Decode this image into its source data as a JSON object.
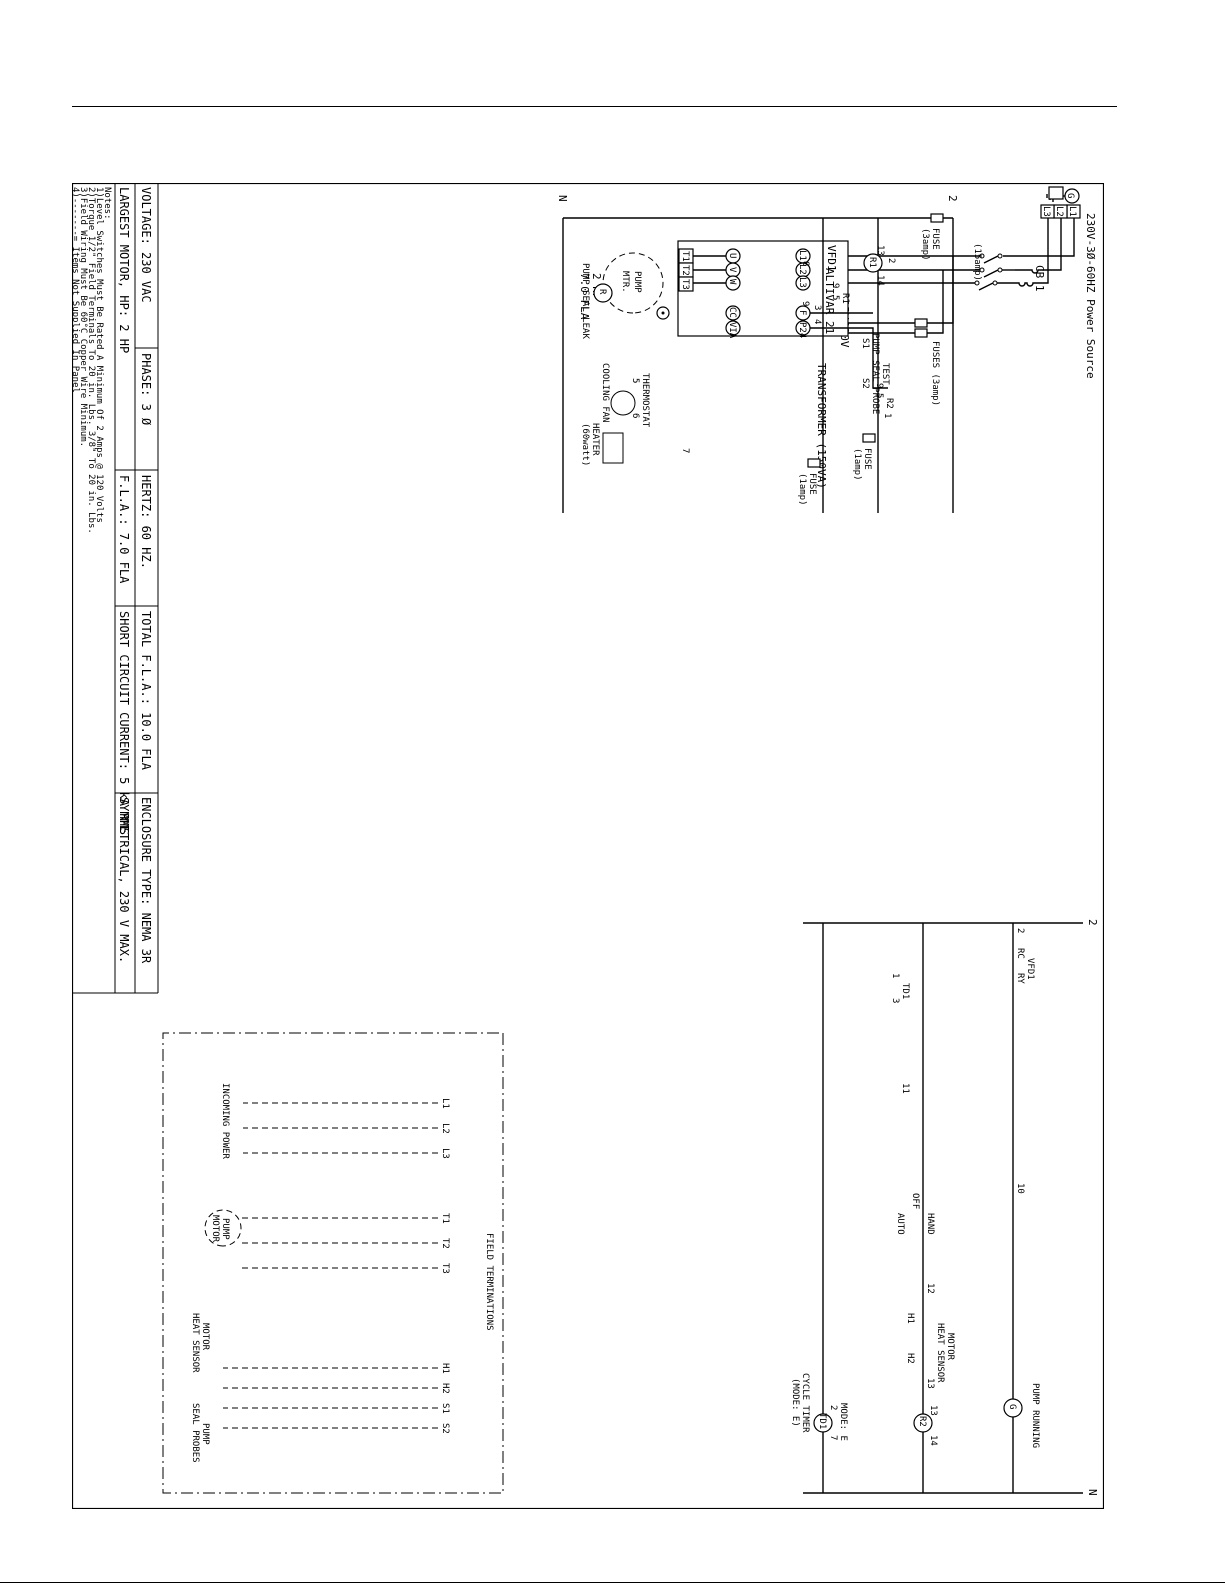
{
  "power_source": {
    "label": "230V-3Ø-60HZ Power Source",
    "ground_terminal": "G",
    "lines": [
      "L1",
      "L2",
      "L3"
    ]
  },
  "breaker": {
    "label": "CB 1",
    "rating": "(15amp)"
  },
  "vfd": {
    "name": "VFD1",
    "model": "ALTIVAR 21",
    "inputs": [
      "L1",
      "L2",
      "L3"
    ],
    "outputs": [
      "U",
      "V",
      "W"
    ],
    "control": [
      "F",
      "P24",
      "CC",
      "VIA"
    ]
  },
  "motor_leads": [
    "T1",
    "T2",
    "T3"
  ],
  "pump_motor": {
    "label_line1": "PUMP",
    "label_line2": "MTR.",
    "rating_hp": "2 HP",
    "rating_fla": "7.0 FLA"
  },
  "fuses_3amp": {
    "label": "FUSES (3amp)"
  },
  "transformer": {
    "label": "TRANSFORMER (150VA)",
    "primary": "230V",
    "secondary": "115V"
  },
  "relay_r2": {
    "label": "R2",
    "pin_a": "9",
    "pin_b": "5",
    "wire_a": "3",
    "wire_b": "4"
  },
  "control_circuit": {
    "bus_top": "2",
    "bus_bottom": "N",
    "fuse_top": {
      "label": "FUSE",
      "rating": "(3amp)"
    },
    "fuse_fan": {
      "label": "FUSE",
      "rating": "(1amp)",
      "wire": "1"
    },
    "fuse_heater": {
      "label": "FUSE",
      "rating": "(1amp)"
    },
    "thermostat": "THERMOSTAT",
    "cooling_fan": "COOLING FAN",
    "heater": {
      "label": "HEATER",
      "rating": "(60watt)"
    },
    "wires": {
      "w2": "2",
      "w5": "5",
      "w6": "6",
      "w7": "7",
      "w8": "8",
      "w9": "9"
    },
    "relay_r1": {
      "coil": "R1",
      "pin13": "13",
      "pin14": "14",
      "contact": "R1",
      "c9": "9",
      "c5": "5"
    },
    "test": "TEST",
    "seal_probe": {
      "label": "PUMP SEAL PROBE",
      "s1": "S1",
      "s2": "S2"
    },
    "seal_leak": {
      "lamp": "R",
      "label": "PUMP SEAL LEAK"
    }
  },
  "spec_table": {
    "row1": [
      "VOLTAGE: 230 VAC",
      "PHASE: 3 Ø",
      "HERTZ: 60 HZ.",
      "TOTAL F.L.A.: 10.0 FLA",
      "ENCLOSURE TYPE: NEMA 3R"
    ],
    "row2": [
      "LARGEST MOTOR, HP: 2 HP",
      "F.L.A.: 7.0 FLA",
      "SHORT CIRCUIT CURRENT: 5 kA RMS",
      "SYMMETRICAL, 230 V MAX."
    ]
  },
  "notes": [
    "Notes:",
    "1)Level Switches Must Be Rated A Minimum Of 2 Amps @ 120 Volts",
    "2)Torque 1/2\" Field Terminals To 20 in. Lbs. 3/8\" To 20 in. Lbs.",
    "3)Field Wiring Must Be 60°C Copper Wire Minimum.",
    "4)-------= Items Not Supplied In Panel"
  ],
  "run_circuit": {
    "bus_top": "2",
    "bus_bottom": "N",
    "vfd_contact": {
      "label": "VFD1",
      "rc": "RC",
      "ry": "RY",
      "wire2": "2"
    },
    "wire10": "10",
    "pump_running": {
      "lamp": "G",
      "label": "PUMP RUNNING"
    },
    "td1": {
      "label": "TD1",
      "pin1": "1",
      "pin3": "3"
    },
    "wire11": "11",
    "wire12": "12",
    "wire13": "13",
    "selector": {
      "hand": "HAND",
      "off": "OFF",
      "auto": "AUTO"
    },
    "heat_sensor": {
      "label_line1": "MOTOR",
      "label_line2": "HEAT SENSOR",
      "h1": "H1",
      "h2": "H2"
    },
    "relay_r2": {
      "coil": "R2",
      "pin13": "13",
      "pin14": "14"
    },
    "timer": {
      "coil": "TD1",
      "pin2": "2",
      "pin7": "7",
      "mode": "MODE: E",
      "label_line1": "CYCLE TIMER",
      "label_line2": "(MODE: E)"
    }
  },
  "field_terminations": {
    "title": "FIELD TERMINATIONS",
    "incoming_power": "INCOMING POWER",
    "power_terminals": [
      "L1",
      "L2",
      "L3"
    ],
    "motor_terminals": [
      "T1",
      "T2",
      "T3"
    ],
    "pump_motor_line1": "PUMP",
    "pump_motor_line2": "MOTOR",
    "sensor_terminals": [
      "H1",
      "H2",
      "S1",
      "S2"
    ],
    "motor_heat_sensor_line1": "MOTOR",
    "motor_heat_sensor_line2": "HEAT SENSOR",
    "pump_seal_probes_line1": "PUMP",
    "pump_seal_probes_line2": "SEAL PROBES"
  }
}
